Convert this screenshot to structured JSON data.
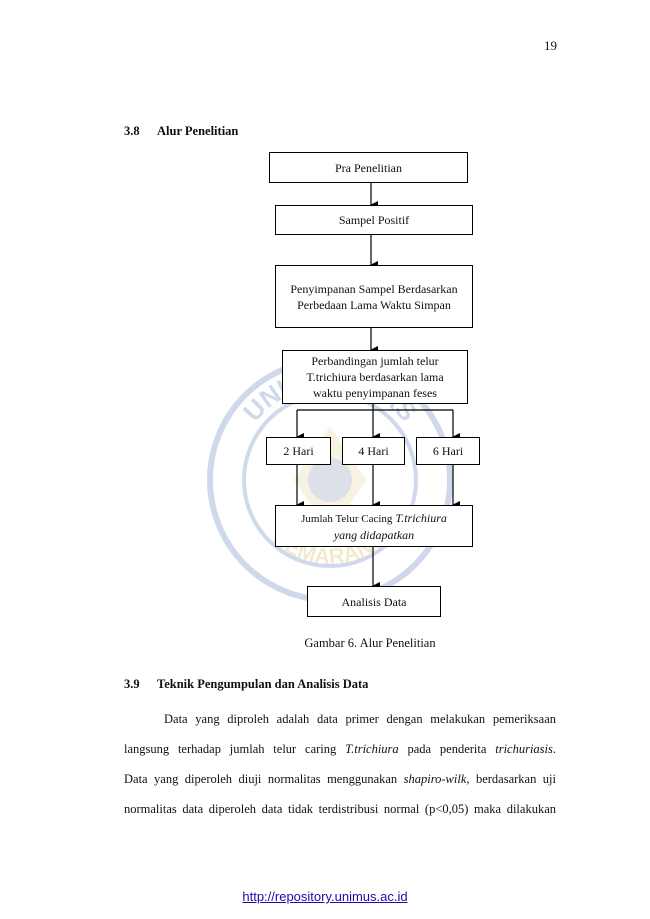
{
  "page_number": "19",
  "section_38": {
    "number": "3.8",
    "title": "Alur Penelitian"
  },
  "flow": {
    "pra": "Pra Penelitian",
    "sampel": "Sampel Positif",
    "penyimpanan": "Penyimpanan Sampel Berdasarkan Perbedaan Lama Waktu Simpan",
    "perbandingan": "Perbandingan jumlah telur T.trichiura berdasarkan lama waktu penyimpanan feses",
    "hari2": "2 Hari",
    "hari4": "4 Hari",
    "hari6": "6 Hari",
    "jumlah_prefix": "Jumlah Telur Cacing",
    "jumlah_italic": "T.trichiura yang didapatkan",
    "analisis": "Analisis Data"
  },
  "caption": "Gambar 6. Alur Penelitian",
  "section_39": {
    "number": "3.9",
    "title": "Teknik Pengumpulan dan Analisis Data"
  },
  "paragraph": {
    "line1": "Data yang diproleh adalah data primer dengan melakukan pemeriksaan",
    "line2_a": "langsung terhadap jumlah telur caring",
    "line2_b": "T.trichiura",
    "line2_c": "pada penderita",
    "line2_d": "trichuriasis",
    "line2_e": ".",
    "line3_a": "Data yang diperoleh diuji normalitas menggunakan",
    "line3_b": "shapiro-wilk",
    "line3_c": ", berdasarkan uji",
    "line4": "normalitas data diperoleh data tidak terdistribusi normal (p<0,05) maka dilakukan"
  },
  "watermark": {
    "top_text": "UNIVERSITAS",
    "bottom_text": "SEMARANG"
  },
  "footer_link": "http://repository.unimus.ac.id"
}
